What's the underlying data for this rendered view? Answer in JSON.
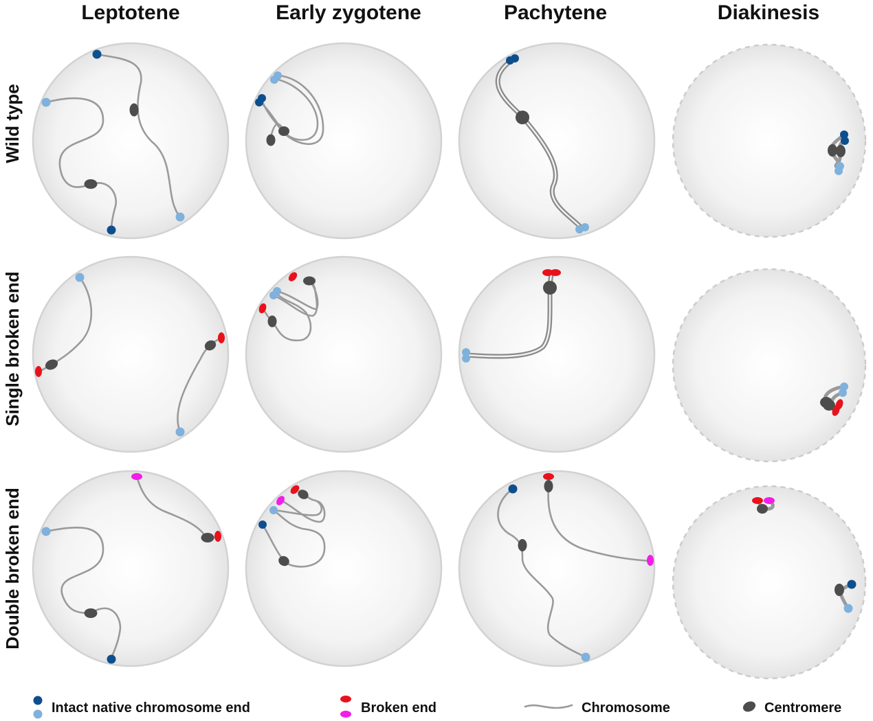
{
  "columns": [
    "Leptotene",
    "Early zygotene",
    "Pachytene",
    "Diakinesis"
  ],
  "rows": [
    "Wild type",
    "Single broken end",
    "Double broken end"
  ],
  "legend": {
    "intact_end": "Intact native chromosome end",
    "broken_end": "Broken end",
    "chromosome": "Chromosome",
    "centromere": "Centromere"
  },
  "colors": {
    "intact_dark": "#0d4f8e",
    "intact_light": "#7fb1dc",
    "broken_red": "#e8121c",
    "broken_magenta": "#f21de8",
    "centromere": "#4d4d4d",
    "chromosome": "#9a9a9a",
    "nucleus_fill": "#efefef",
    "nucleus_edge": "#d2d2d2"
  }
}
